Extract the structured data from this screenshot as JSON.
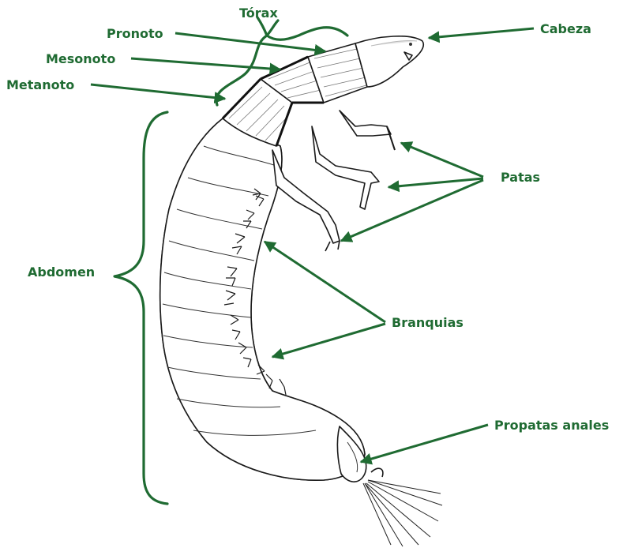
{
  "labels": {
    "torax": "Tórax",
    "pronoto": "Pronoto",
    "mesonoto": "Mesonoto",
    "metanoto": "Metanoto",
    "cabeza": "Cabeza",
    "patas": "Patas",
    "abdomen": "Abdomen",
    "branquias": "Branquias",
    "propatas": "Propatas anales"
  },
  "colors": {
    "label_green": "#1f6b32",
    "ink": "#1a1a1a"
  }
}
